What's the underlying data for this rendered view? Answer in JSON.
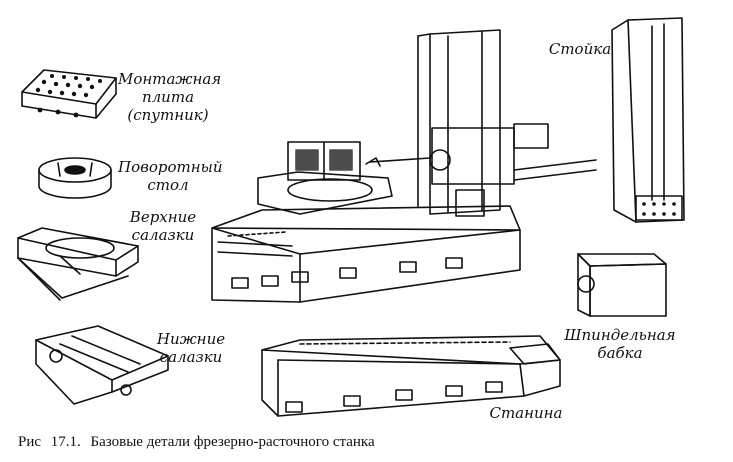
{
  "labels": {
    "mounting_plate": [
      "Монтажная",
      "плита",
      "(спутник)"
    ],
    "rotary_table": [
      "Поворотный",
      "стол"
    ],
    "upper_slide": [
      "Верхние",
      "салазки"
    ],
    "lower_slide": [
      "Нижние",
      "салазки"
    ],
    "column": [
      "Стойка"
    ],
    "spindle_head": [
      "Шпиндельная",
      "бабка"
    ],
    "bed": [
      "Станина"
    ]
  },
  "caption": {
    "prefix": "Рис",
    "number": "17.1.",
    "text": "Базовые детали фрезерно-расточного станка"
  },
  "colors": {
    "ink": "#111111",
    "paper": "#ffffff"
  }
}
